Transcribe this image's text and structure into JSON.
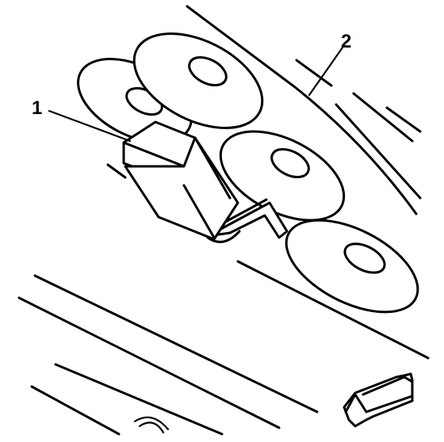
{
  "diagram": {
    "callouts": [
      {
        "id": "1",
        "label": "1"
      },
      {
        "id": "2",
        "label": "2"
      }
    ],
    "ink_color": "#000000",
    "background_color": "#ffffff"
  }
}
